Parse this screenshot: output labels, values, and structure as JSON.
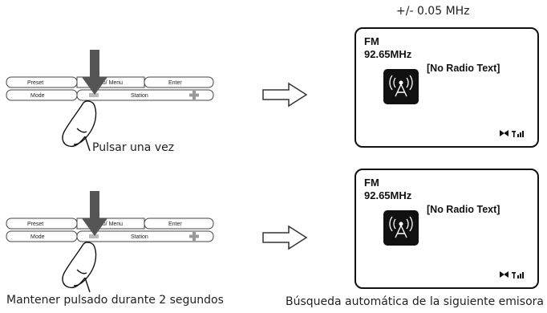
{
  "top": {
    "frequency_step": "+/- 0.05 MHz",
    "caption": "Pulsar una vez"
  },
  "bottom": {
    "caption_left": "Mantener pulsado durante 2 segundos",
    "caption_right": "Búsqueda automática de la siguiente emisora"
  },
  "panel": {
    "preset": "Preset",
    "info_menu": "Info/ Menu",
    "enter": "Enter",
    "mode": "Mode",
    "station": "Station"
  },
  "screen": {
    "band": "FM",
    "frequency": "92.65MHz",
    "radio_text": "[No Radio Text]"
  },
  "icons": [
    "down-arrow-icon",
    "finger-icon",
    "right-arrow-icon",
    "radio-tower-icon",
    "stereo-icon",
    "signal-strength-icon"
  ]
}
